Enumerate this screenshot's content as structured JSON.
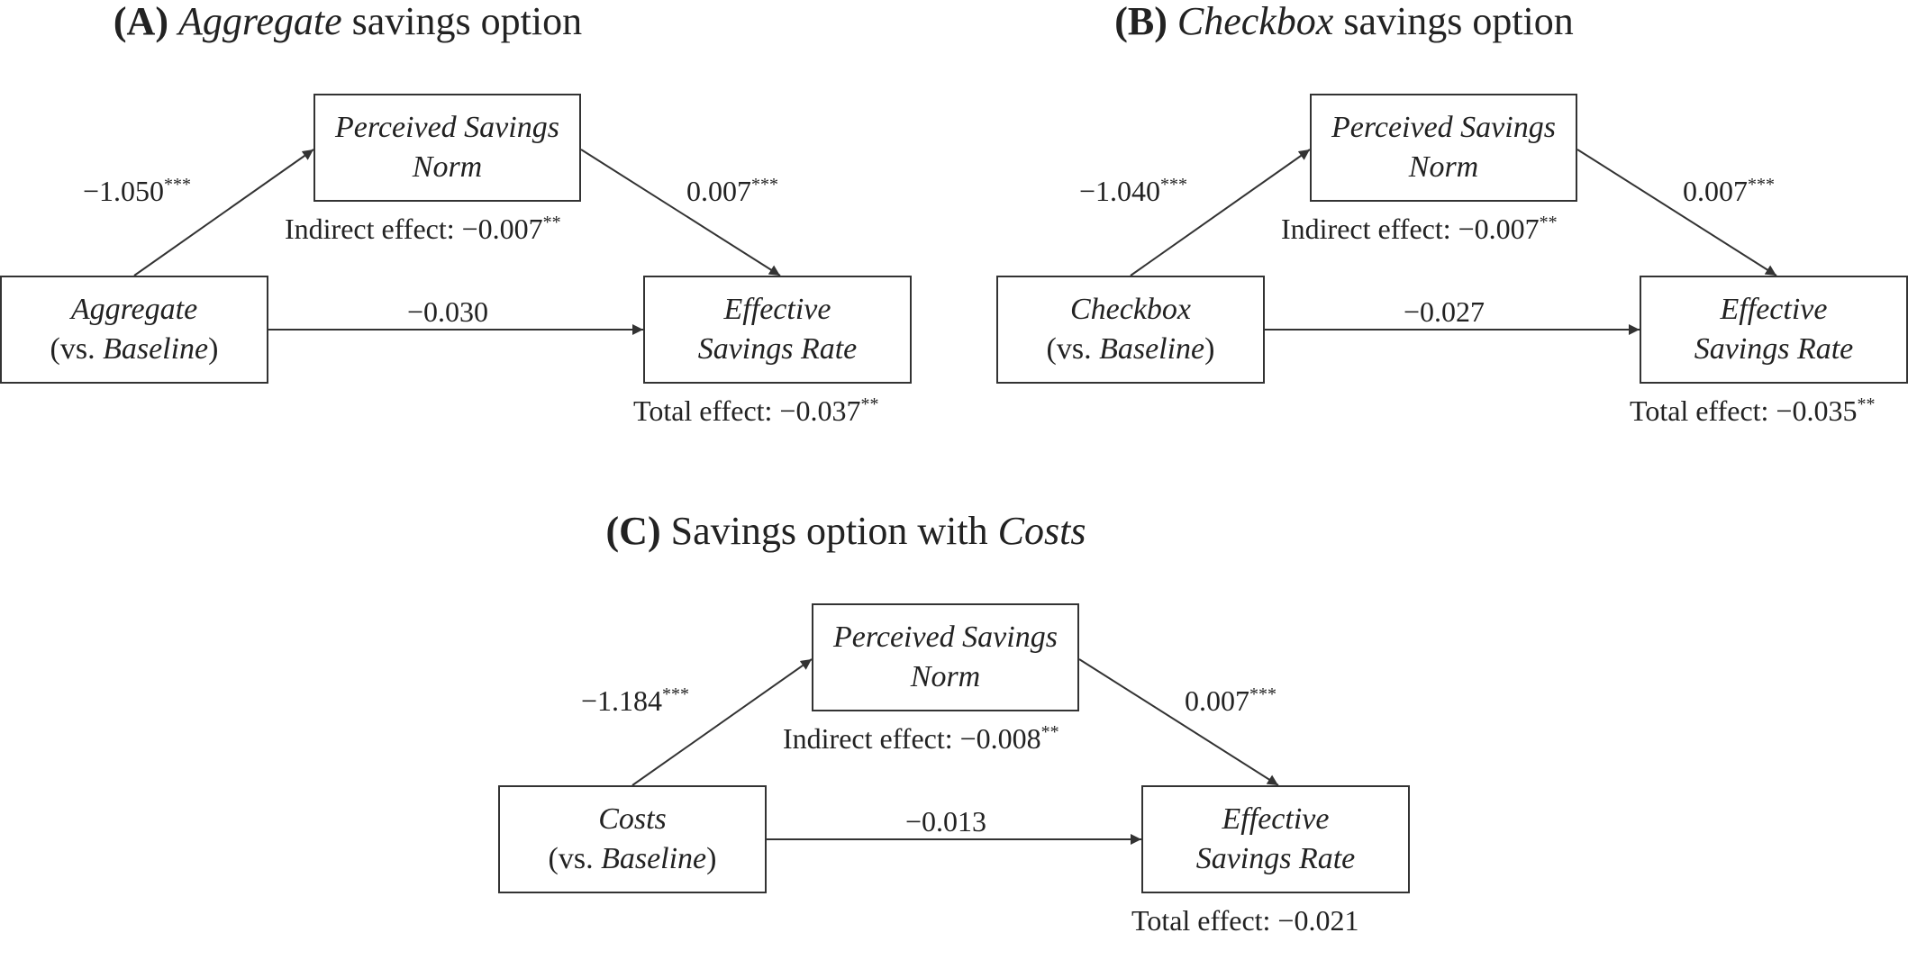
{
  "panels": [
    {
      "id": "a",
      "title_tag": "(A)",
      "title_italic": "Aggregate",
      "title_rest": " savings option",
      "mediator_line1": "Perceived Savings",
      "mediator_line2": "Norm",
      "treatment_name": "Aggregate",
      "treatment_vs": "(vs. ",
      "treatment_baseline": "Baseline",
      "treatment_close": ")",
      "outcome_line1": "Effective",
      "outcome_line2": "Savings Rate",
      "path_a": "−1.050",
      "path_a_sig": "***",
      "path_b": "0.007",
      "path_b_sig": "***",
      "path_c": "−0.030",
      "indirect_label": "Indirect effect: ",
      "indirect_value": "−0.007",
      "indirect_sig": "**",
      "total_label": "Total effect: ",
      "total_value": "−0.037",
      "total_sig": "**"
    },
    {
      "id": "b",
      "title_tag": "(B)",
      "title_italic": "Checkbox",
      "title_rest": " savings option",
      "mediator_line1": "Perceived Savings",
      "mediator_line2": "Norm",
      "treatment_name": "Checkbox",
      "treatment_vs": "(vs. ",
      "treatment_baseline": "Baseline",
      "treatment_close": ")",
      "outcome_line1": "Effective",
      "outcome_line2": "Savings Rate",
      "path_a": "−1.040",
      "path_a_sig": "***",
      "path_b": "0.007",
      "path_b_sig": "***",
      "path_c": "−0.027",
      "indirect_label": "Indirect effect: ",
      "indirect_value": "−0.007",
      "indirect_sig": "**",
      "total_label": "Total effect: ",
      "total_value": "−0.035",
      "total_sig": "**"
    },
    {
      "id": "c",
      "title_tag": "(C)",
      "title_pre": " Savings option with ",
      "title_italic": "Costs",
      "mediator_line1": "Perceived Savings",
      "mediator_line2": "Norm",
      "treatment_name": "Costs",
      "treatment_vs": "(vs. ",
      "treatment_baseline": "Baseline",
      "treatment_close": ")",
      "outcome_line1": "Effective",
      "outcome_line2": "Savings Rate",
      "path_a": "−1.184",
      "path_a_sig": "***",
      "path_b": "0.007",
      "path_b_sig": "***",
      "path_c": "−0.013",
      "indirect_label": "Indirect effect: ",
      "indirect_value": "−0.008",
      "indirect_sig": "**",
      "total_label": "Total effect: ",
      "total_value": "−0.021",
      "total_sig": ""
    }
  ],
  "colors": {
    "line": "#333333",
    "text": "#222222",
    "background": "#ffffff"
  }
}
